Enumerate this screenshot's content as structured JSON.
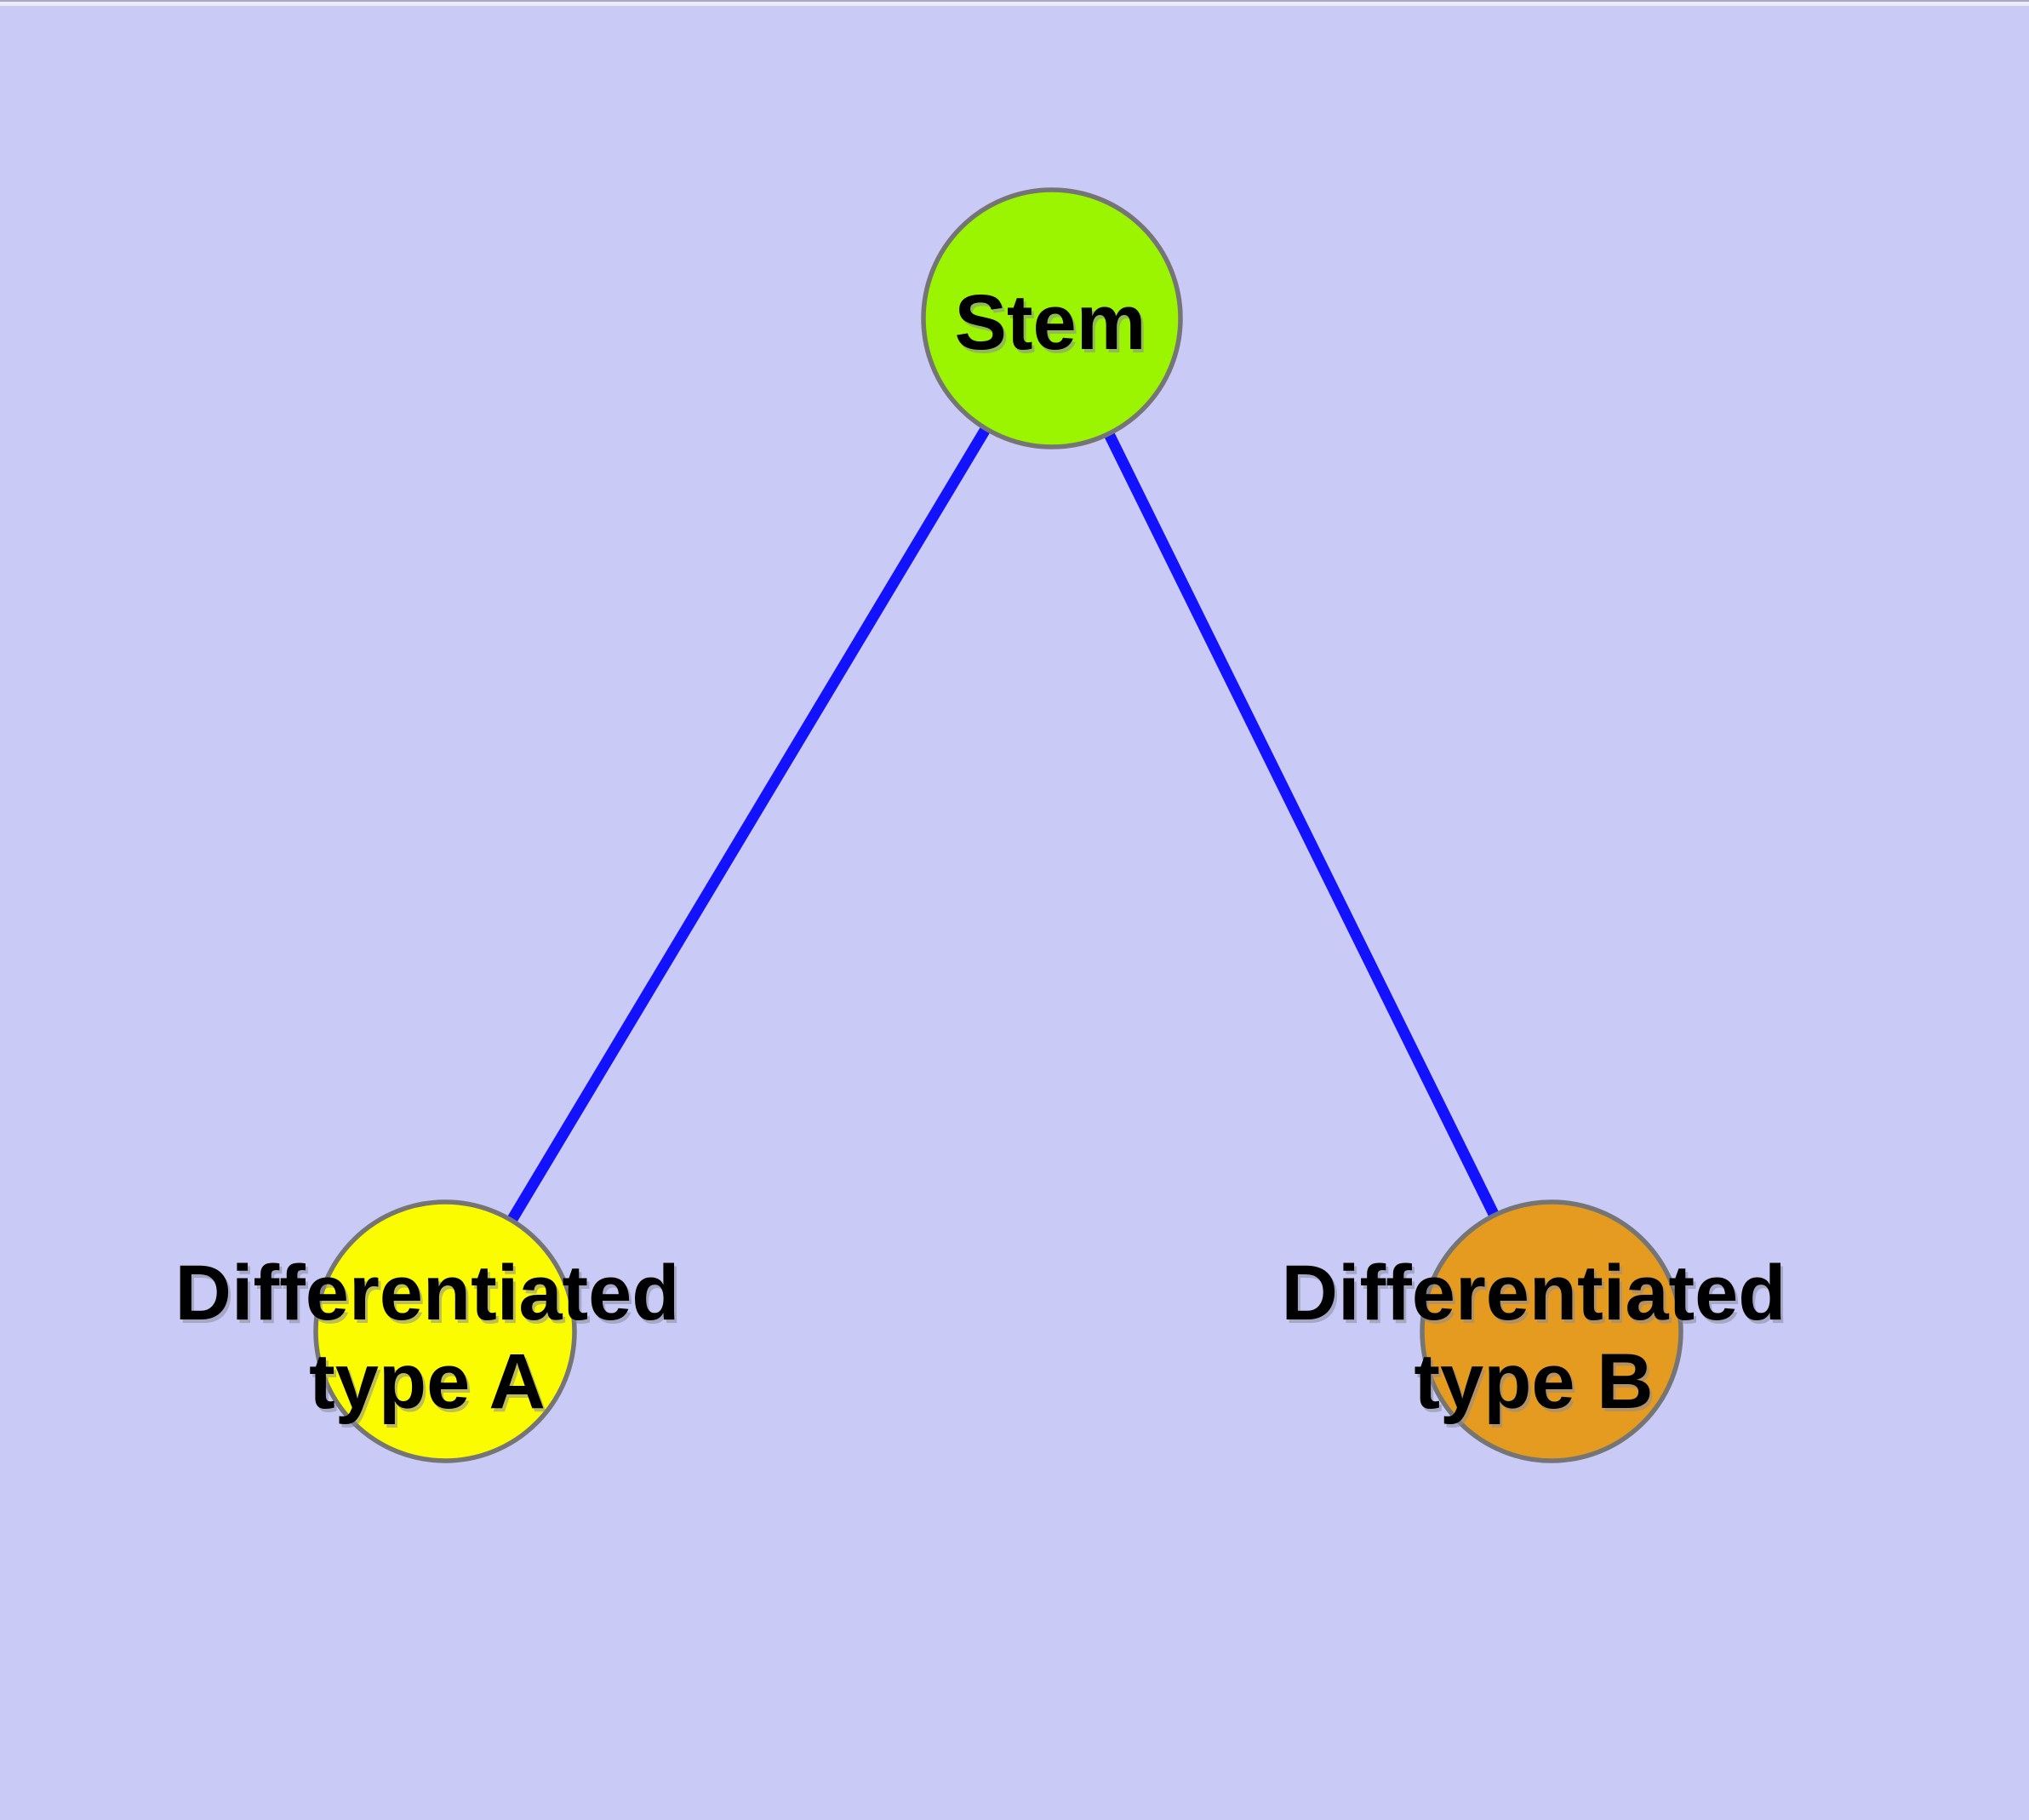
{
  "colors": {
    "background": "#CACAF6",
    "edge_line": "#1212FF",
    "node_border": "#757575",
    "label_text": "#000000",
    "label_shadow": "#8A8A9E",
    "top_strip": "#EAEAF8",
    "top_strip_line": "#A8A8C0",
    "stem_fill": "#9BF500",
    "type_a_fill": "#FCFC00",
    "type_b_fill": "#E49B20"
  },
  "diagram": {
    "type": "node-link-diagram",
    "nodes": [
      {
        "id": "stem",
        "label": "Stem",
        "lines": [
          "Stem"
        ],
        "fill": "#9BF500"
      },
      {
        "id": "differentiated-type-a",
        "label": "Differentiated type A",
        "lines": [
          "Differentiated",
          "type A"
        ],
        "fill": "#FCFC00"
      },
      {
        "id": "differentiated-type-b",
        "label": "Differentiated type B",
        "lines": [
          "Differentiated",
          "type B"
        ],
        "fill": "#E49B20"
      }
    ],
    "edges": [
      {
        "from": "Stem",
        "to": "Differentiated type A"
      },
      {
        "from": "Stem",
        "to": "Differentiated type B"
      }
    ]
  }
}
